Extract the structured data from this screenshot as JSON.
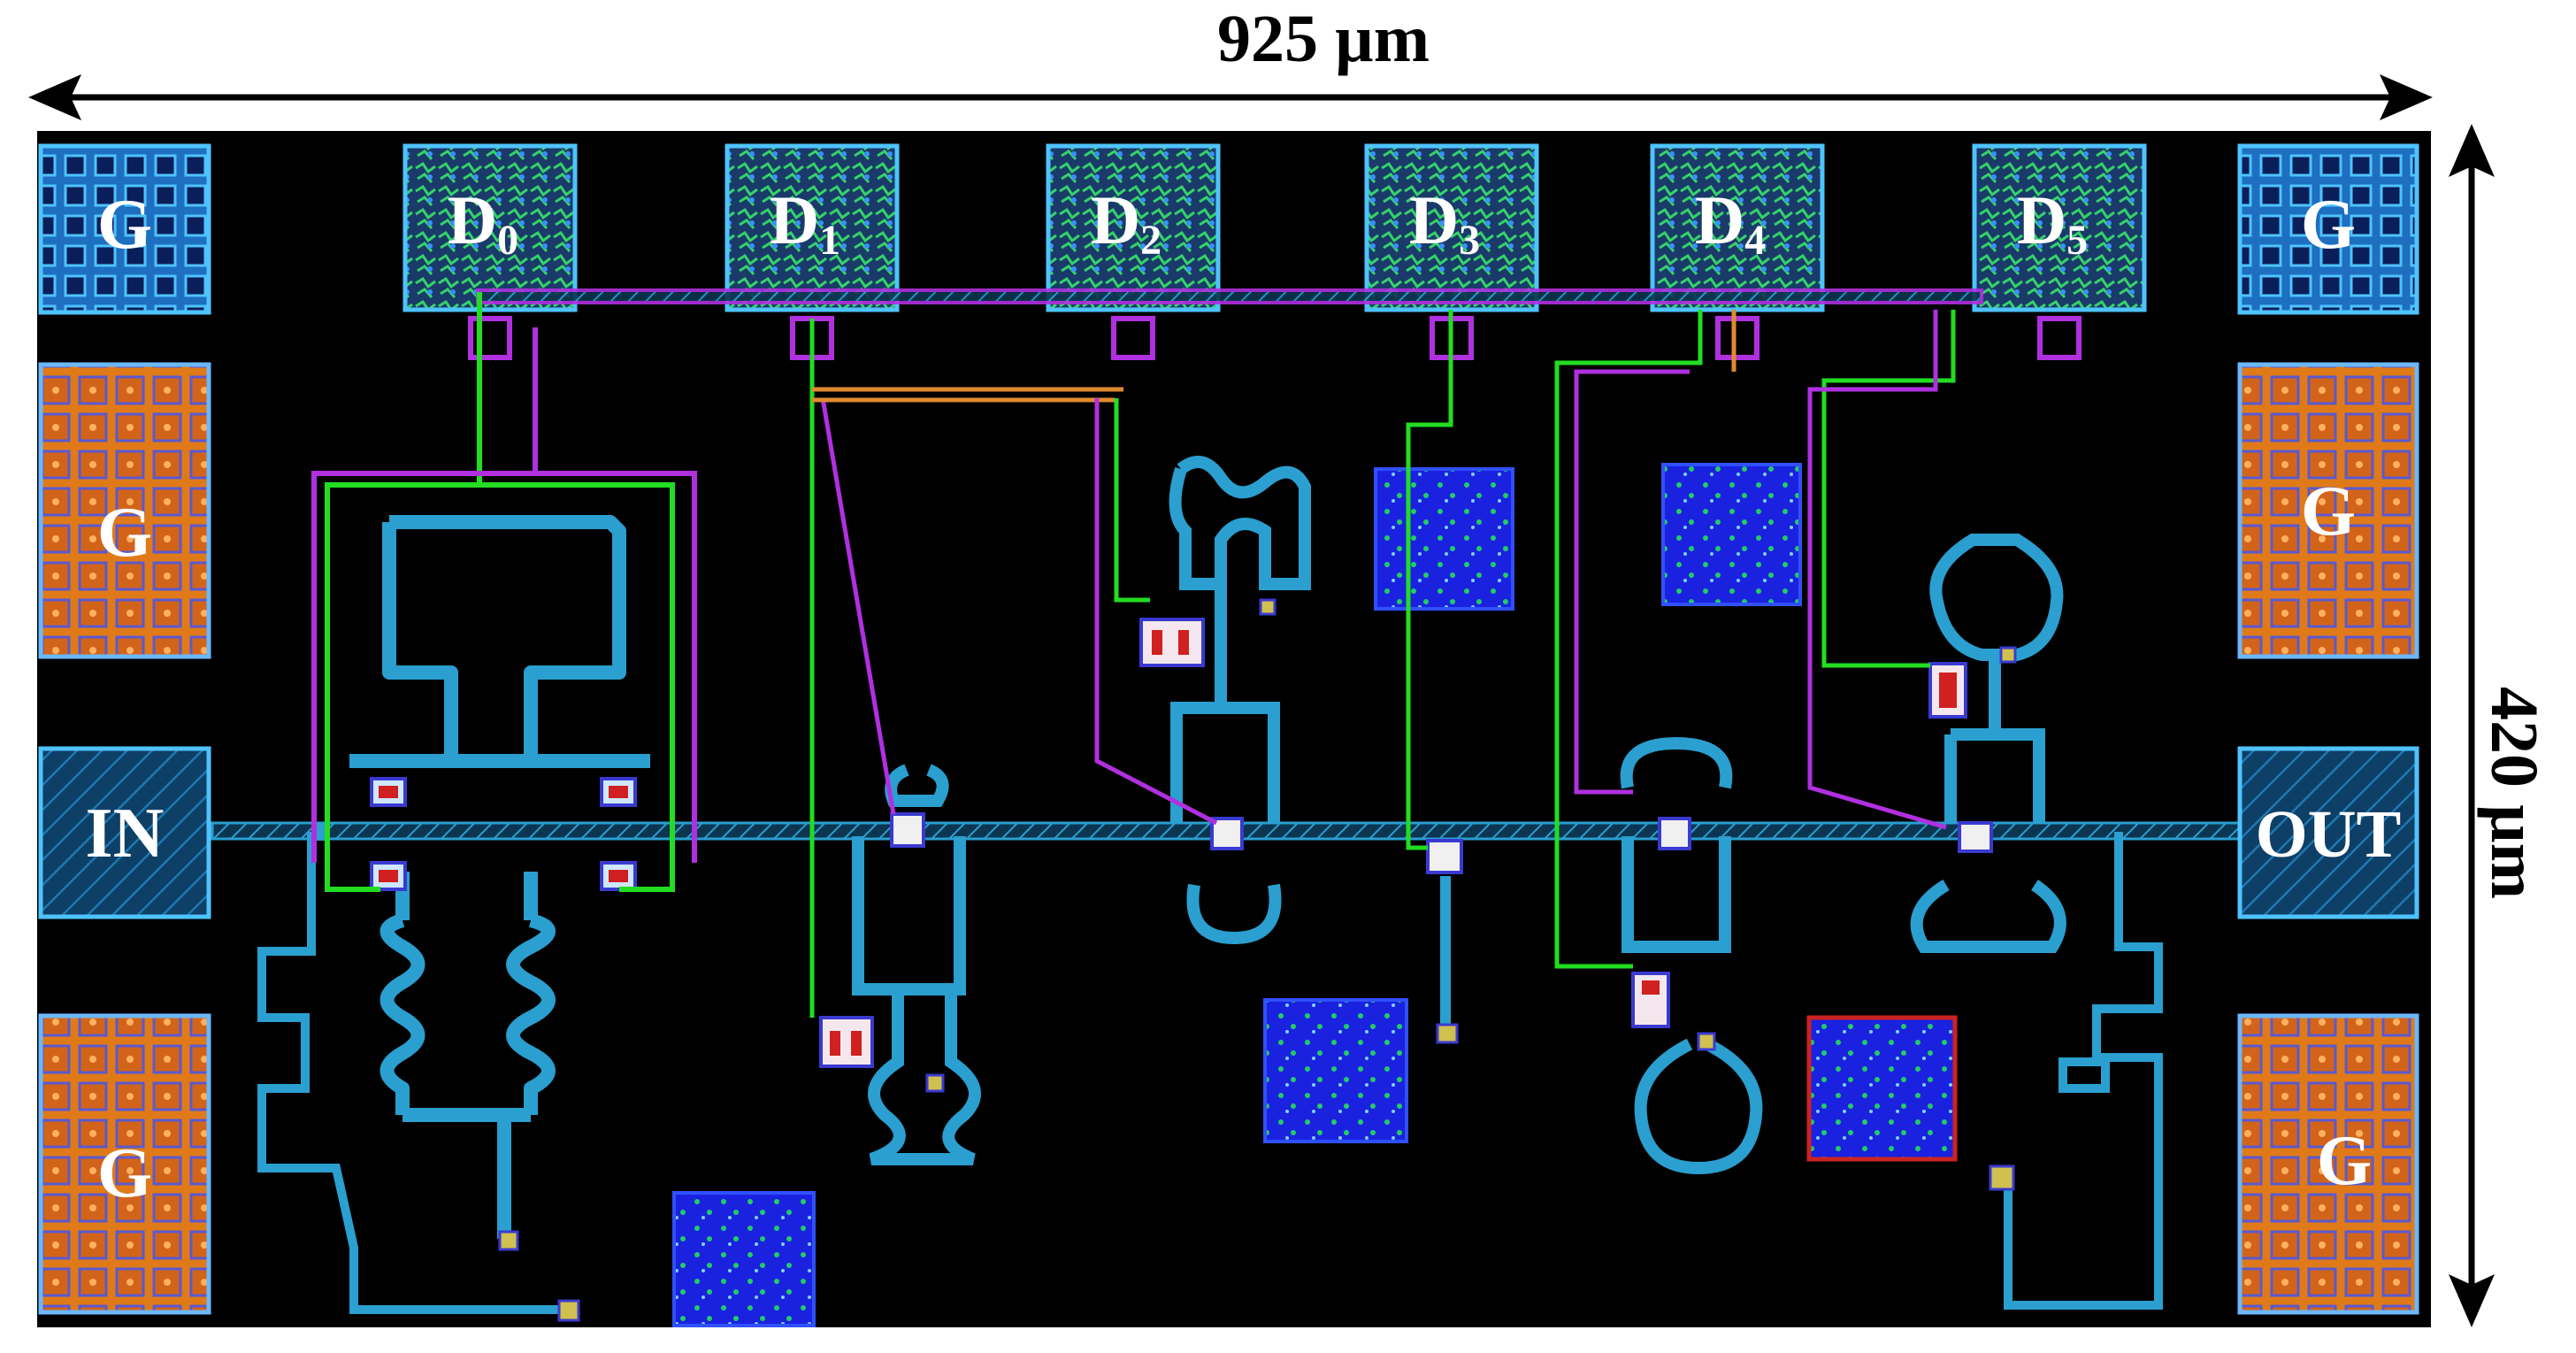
{
  "dimensions": {
    "width_label": "925 µm",
    "height_label": "420 µm"
  },
  "pads": {
    "ground_top_left": "G",
    "ground_top_right": "G",
    "ground_mid_left": "G",
    "ground_mid_right": "G",
    "ground_bottom_left": "G",
    "ground_bottom_right": "G",
    "input": "IN",
    "output": "OUT"
  },
  "drain_pads": [
    {
      "letter": "D",
      "sub": "0"
    },
    {
      "letter": "D",
      "sub": "1"
    },
    {
      "letter": "D",
      "sub": "2"
    },
    {
      "letter": "D",
      "sub": "3"
    },
    {
      "letter": "D",
      "sub": "4"
    },
    {
      "letter": "D",
      "sub": "5"
    }
  ],
  "colors": {
    "chip_background": "#000000",
    "transmission_line": "#2a9fd0",
    "dc_line_green": "#22dd22",
    "dc_line_purple": "#b030e0",
    "dc_line_orange": "#e08a30",
    "capacitor_blue": "#1a22e0",
    "ground_pad_blue": "#1e88d8",
    "ground_pad_orange": "#e07a18"
  }
}
